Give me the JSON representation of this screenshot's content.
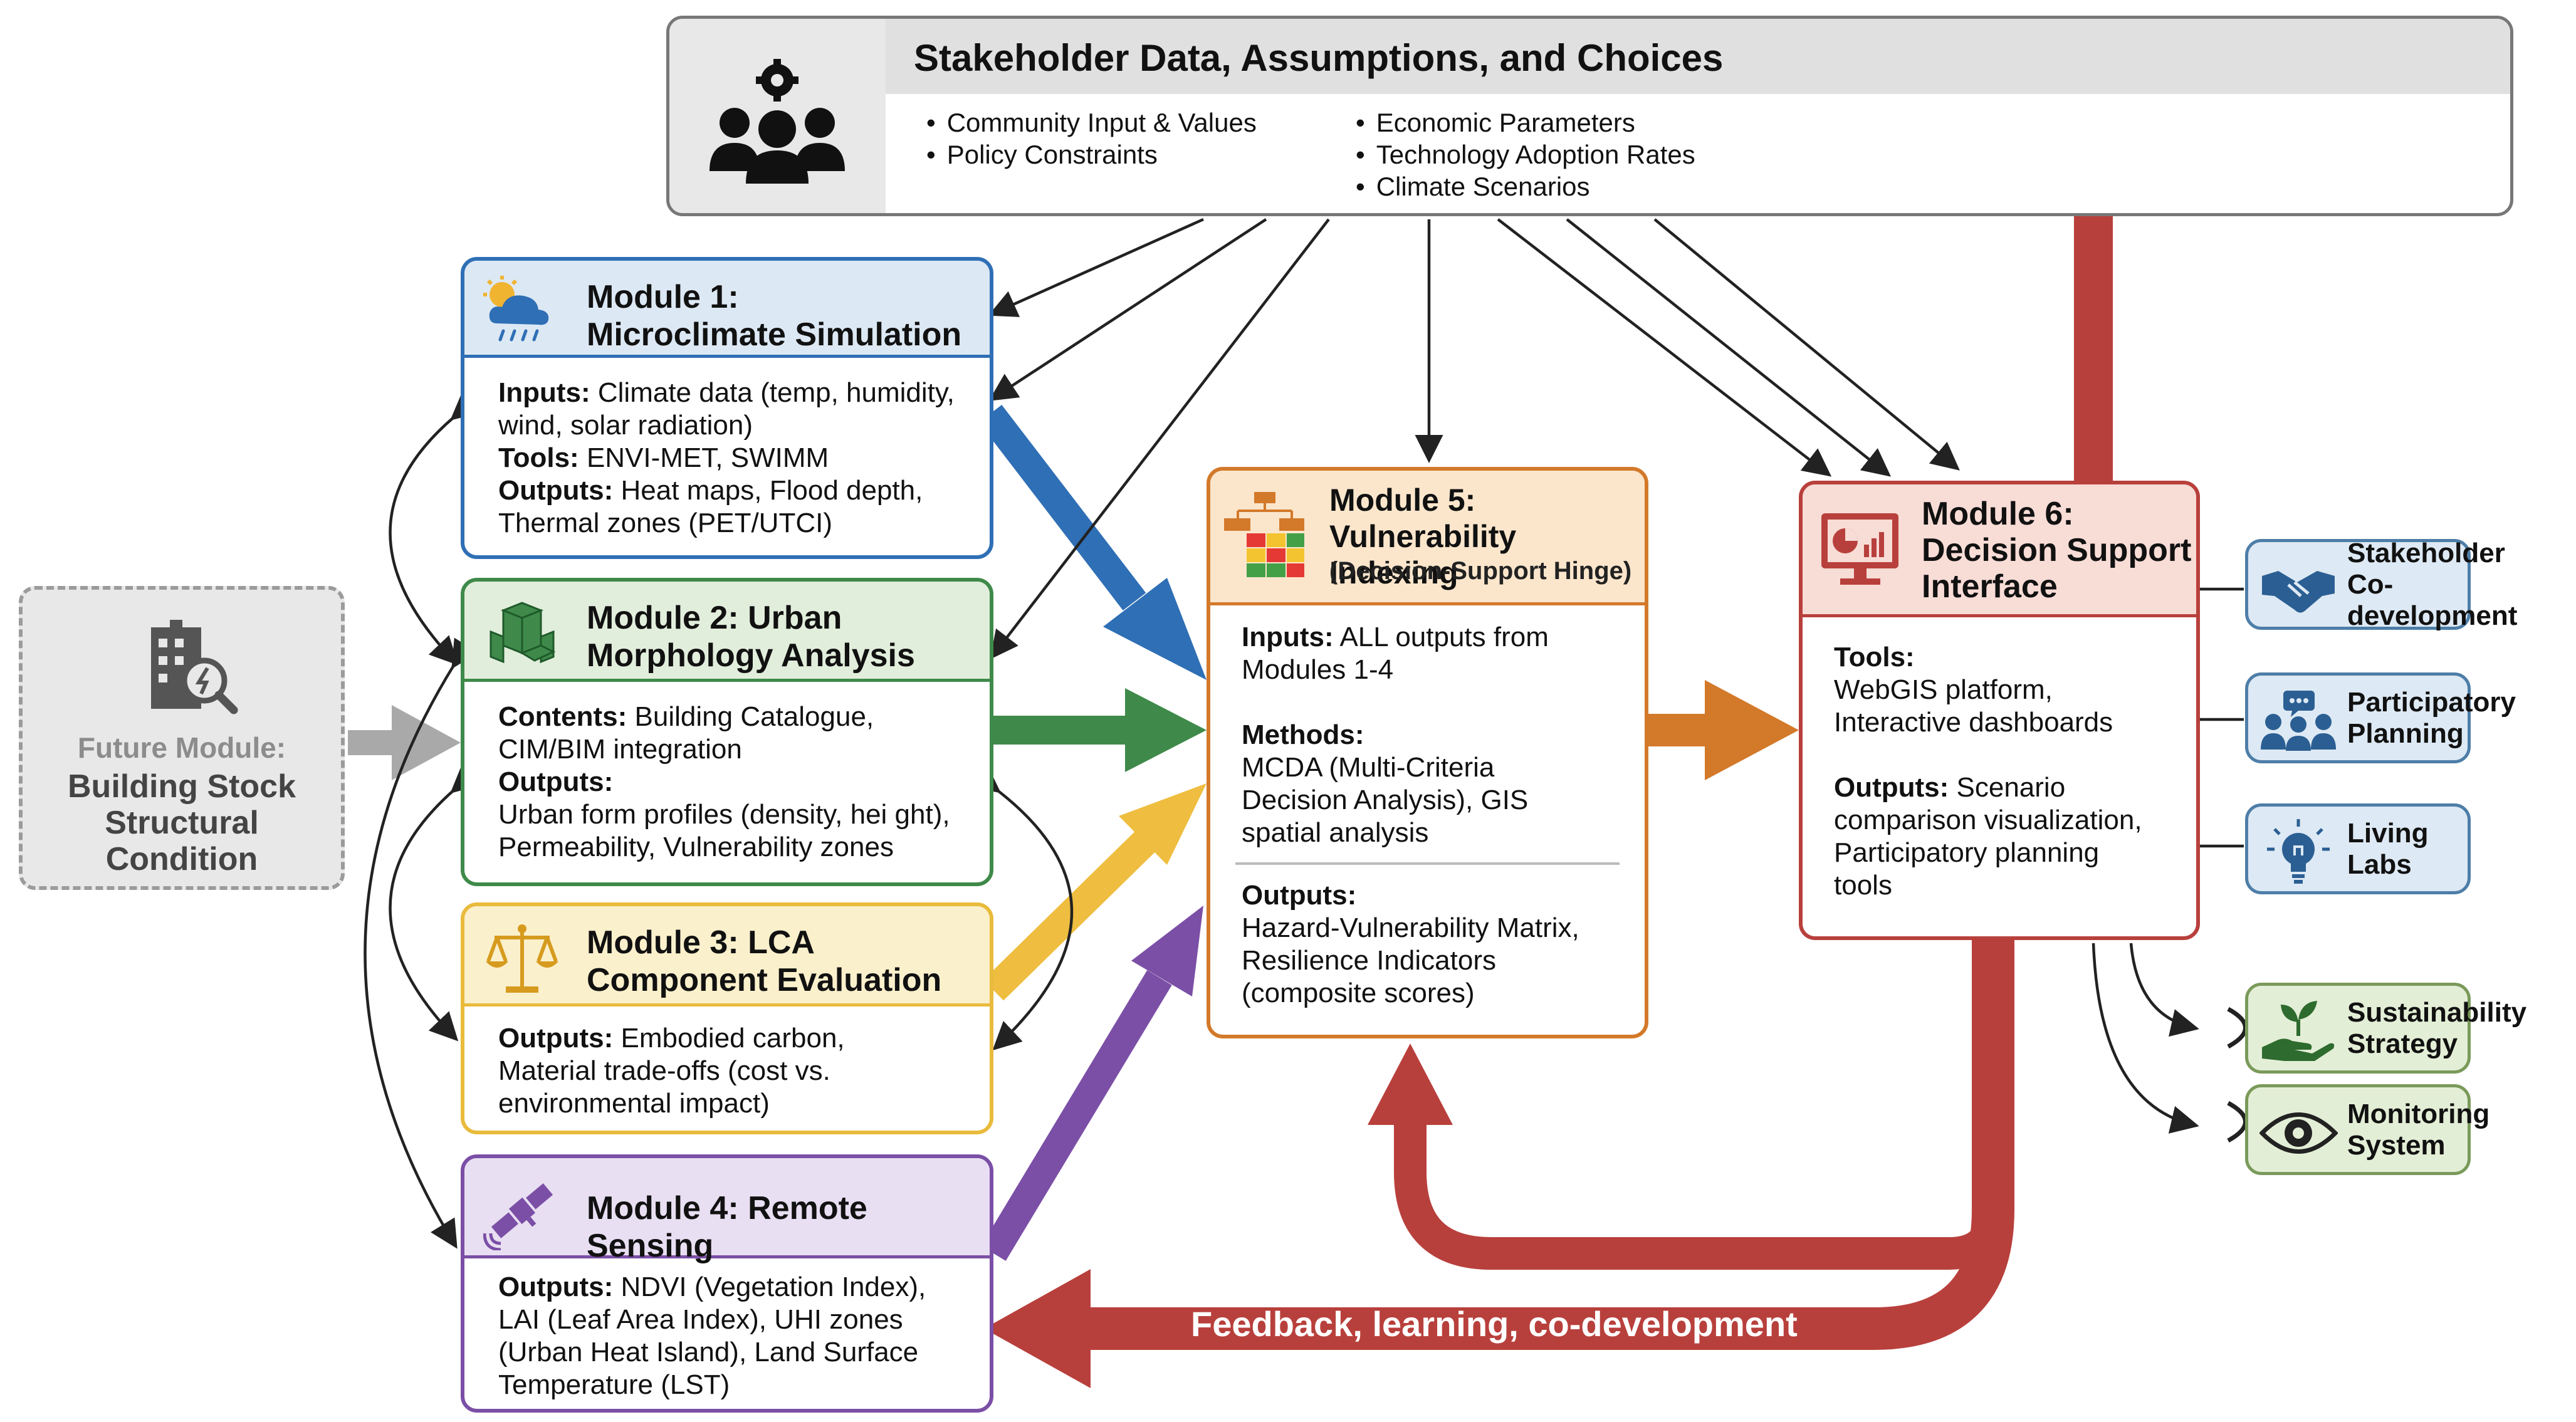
{
  "stakeholder": {
    "title": "Stakeholder Data, Assumptions, and Choices",
    "items_left": [
      "Community Input & Values",
      "Policy Constraints"
    ],
    "items_right": [
      "Economic Parameters",
      "Technology Adoption Rates",
      "Climate Scenarios"
    ],
    "icon": "people-gear-icon"
  },
  "future_module": {
    "label": "Future Module:",
    "title_lines": [
      "Building Stock",
      "Structural",
      "Condition"
    ],
    "icon": "building-search-icon"
  },
  "module1": {
    "title_lines": [
      "Module 1:",
      "Microclimate Simulation"
    ],
    "inputs_label": "Inputs:",
    "inputs_text": " Climate data (temp, humidity,",
    "inputs_text2": "wind, solar radiation)",
    "tools_label": "Tools:",
    "tools_text": " ENVI-MET, SWIMM",
    "outputs_label": "Outputs:",
    "outputs_text": " Heat maps, Flood depth,",
    "outputs_text2": "Thermal zones (PET/UTCI)",
    "icon": "weather-cloud-icon",
    "color": "#2f6fb5"
  },
  "module2": {
    "title_lines": [
      "Module 2: Urban",
      "Morphology Analysis"
    ],
    "contents_label": "Contents:",
    "contents_text": " Building Catalogue,",
    "contents_text2": "CIM/BIM integration",
    "outputs_label": "Outputs:",
    "outputs_lines": [
      "Urban form profiles (density, hei ght),",
      "Permeability, Vulnerability zones"
    ],
    "icon": "city-blocks-icon",
    "color": "#3f8a4a"
  },
  "module3": {
    "title_lines": [
      "Module 3: LCA",
      "Component Evaluation"
    ],
    "outputs_label": "Outputs:",
    "outputs_text": " Embodied carbon,",
    "outputs_lines": [
      "Material trade-offs (cost vs.",
      "environmental impact)"
    ],
    "icon": "balance-scale-icon",
    "color": "#e9bb3c"
  },
  "module4": {
    "title": "Module 4: Remote Sensing",
    "outputs_label": "Outputs:",
    "outputs_text": " NDVI (Vegetation Index),",
    "outputs_lines": [
      "LAI (Leaf Area Index), UHI zones",
      "(Urban Heat Island), Land Surface",
      "Temperature (LST)"
    ],
    "icon": "satellite-icon",
    "color": "#7b4fa6"
  },
  "module5": {
    "title_lines": [
      "Module 5:",
      "Vulnerability Indexing"
    ],
    "subtitle": "(Decision-Support Hinge)",
    "inputs_label": "Inputs:",
    "inputs_text": " ALL outputs from",
    "inputs_text2": "Modules 1-4",
    "methods_label": "Methods:",
    "methods_lines": [
      "MCDA (Multi-Criteria",
      "Decision Analysis), GIS",
      "spatial analysis"
    ],
    "outputs_label": "Outputs:",
    "outputs_lines": [
      "Hazard-Vulnerability Matrix,",
      "Resilience Indicators",
      "(composite scores)"
    ],
    "icon": "matrix-grid-icon",
    "color": "#d3792a"
  },
  "module6": {
    "title_lines": [
      "Module 6:",
      "Decision Support",
      "Interface"
    ],
    "tools_label": "Tools:",
    "tools_lines": [
      "WebGIS platform,",
      "Interactive dashboards"
    ],
    "outputs_label": "Outputs:",
    "outputs_text": " Scenario",
    "outputs_lines": [
      "comparison visualization,",
      "Participatory planning",
      "tools"
    ],
    "icon": "dashboard-monitor-icon",
    "color": "#b8403c"
  },
  "side_items": [
    {
      "lines": [
        "Stakeholder",
        "Co-development"
      ],
      "icon": "handshake-icon",
      "color": "#dde9f4",
      "border": "#4d7ea8"
    },
    {
      "lines": [
        "Participatory",
        "Planning"
      ],
      "icon": "discussion-group-icon",
      "color": "#dde9f4",
      "border": "#4d7ea8"
    },
    {
      "lines": [
        "Living Labs"
      ],
      "icon": "lightbulb-icon",
      "color": "#dde9f4",
      "border": "#4d7ea8"
    },
    {
      "lines": [
        "Sustainability",
        "Strategy"
      ],
      "icon": "plant-hand-icon",
      "color": "#e3eed6",
      "border": "#7a9a5a"
    },
    {
      "lines": [
        "Monitoring",
        "System"
      ],
      "icon": "eye-icon",
      "color": "#e3eed6",
      "border": "#7a9a5a"
    }
  ],
  "feedback_label": "Feedback, learning, co-development"
}
